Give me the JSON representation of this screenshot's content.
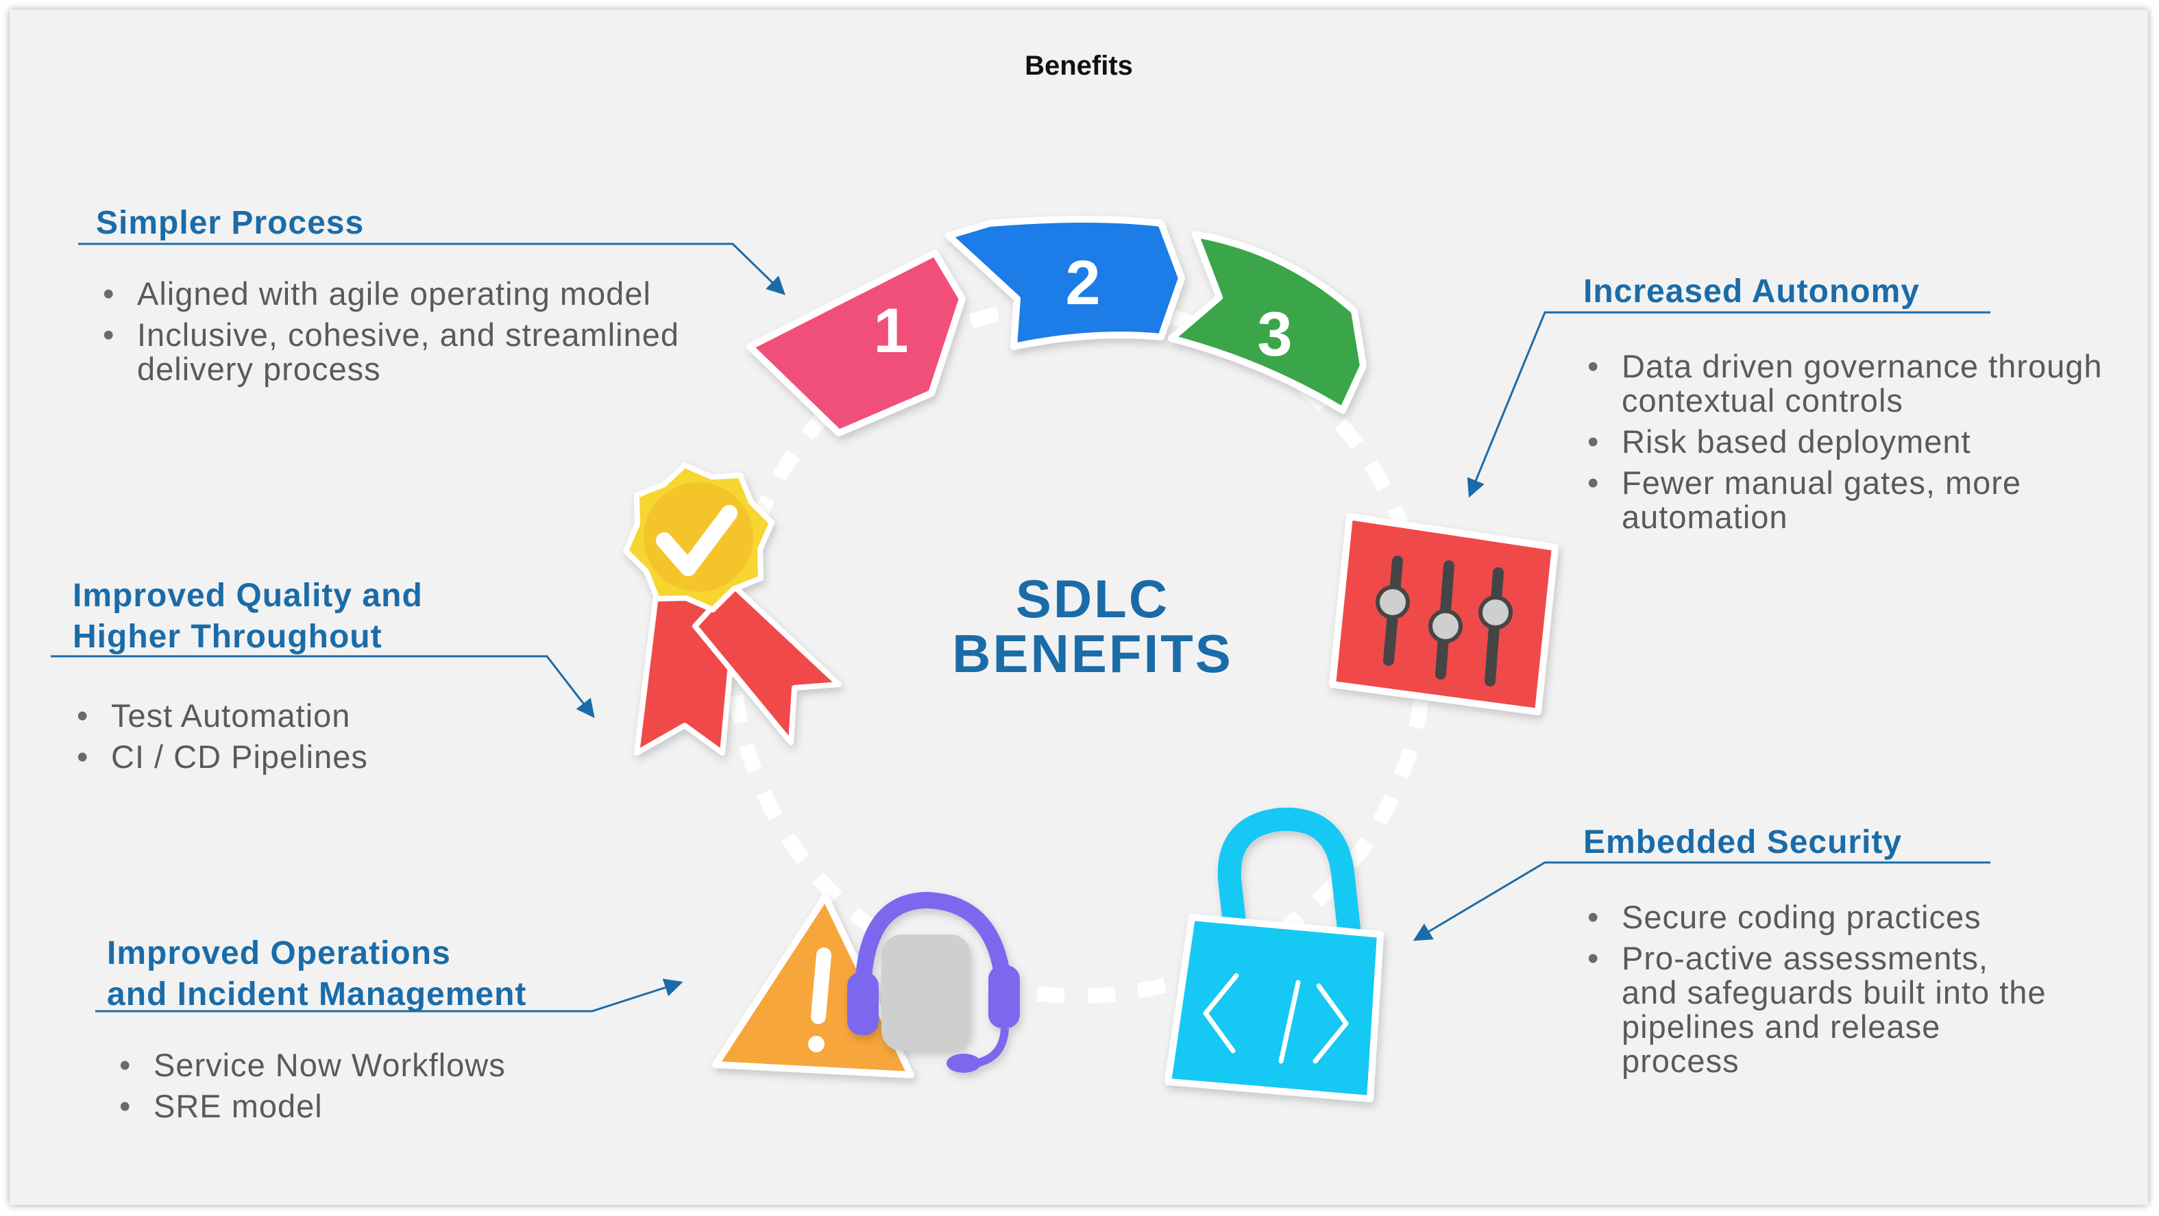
{
  "page_title": "Benefits",
  "center": {
    "line1": "SDLC",
    "line2": "BENEFITS"
  },
  "steps": [
    "1",
    "2",
    "3"
  ],
  "sections": {
    "simpler_process": {
      "heading": "Simpler Process",
      "bullets": [
        "Aligned with agile operating model",
        "Inclusive, cohesive, and streamlined delivery process"
      ]
    },
    "increased_autonomy": {
      "heading": "Increased Autonomy",
      "bullets": [
        "Data driven governance through contextual controls",
        "Risk based deployment",
        "Fewer manual gates, more automation"
      ]
    },
    "improved_quality": {
      "heading_line1": "Improved Quality and",
      "heading_line2": "Higher Throughout",
      "bullets": [
        "Test Automation",
        "CI / CD Pipelines"
      ]
    },
    "embedded_security": {
      "heading": "Embedded Security",
      "bullets": [
        "Secure coding practices",
        "Pro-active assessments, and safeguards built into the pipelines and release process"
      ]
    },
    "improved_operations": {
      "heading_line1": "Improved Operations",
      "heading_line2": "and Incident Management",
      "bullets": [
        "Service Now Workflows",
        "SRE model"
      ]
    }
  },
  "colors": {
    "heading": "#1a6ca8",
    "body_text": "#5a5a5a",
    "step1": "#f04f7a",
    "step2": "#1a7ce8",
    "step3": "#3aa54a",
    "badge": "#f7d633",
    "ribbon": "#f04848",
    "controls": "#f04848",
    "lock": "#19c8f4",
    "warning": "#f7a63a",
    "headset": "#7b68ee"
  },
  "icons": [
    "ribbon-badge-icon",
    "sliders-icon",
    "lock-code-icon",
    "warning-icon",
    "headset-icon"
  ]
}
